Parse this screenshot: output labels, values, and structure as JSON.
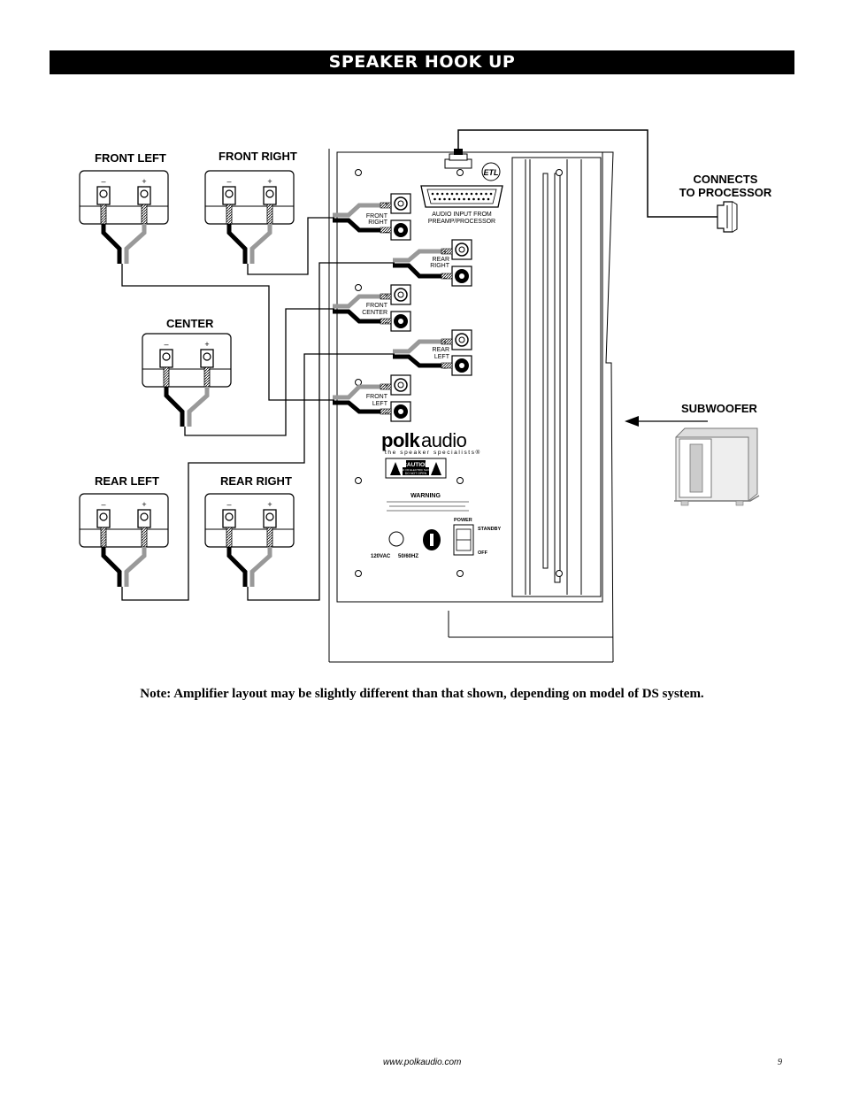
{
  "title": "SPEAKER HOOK UP",
  "speakers": {
    "front_left": "FRONT LEFT",
    "front_right": "FRONT RIGHT",
    "center": "CENTER",
    "rear_left": "REAR LEFT",
    "rear_right": "REAR RIGHT",
    "minus": "–",
    "plus": "+"
  },
  "panel": {
    "outputs": {
      "front_right": [
        "FRONT",
        "RIGHT"
      ],
      "rear_right": [
        "REAR",
        "RIGHT"
      ],
      "front_center": [
        "FRONT",
        "CENTER"
      ],
      "rear_left": [
        "REAR",
        "LEFT"
      ],
      "front_left": [
        "FRONT",
        "LEFT"
      ]
    },
    "audio_input": [
      "AUDIO INPUT FROM",
      "PREAMP/PROCESSOR"
    ],
    "brand_bold": "polk",
    "brand_light": "audio",
    "tagline": "the speaker specialists®",
    "caution": "CAUTION",
    "caution_sub": "RISK OF ELECTRIC SHOCK",
    "caution_sub2": "DO NOT OPEN",
    "warning": "WARNING",
    "power": "POWER",
    "standby": "STANDBY",
    "off": "OFF",
    "voltage": "120VAC",
    "frequency": "50/60HZ",
    "etl": "ETL",
    "plus": "+",
    "minus": "–"
  },
  "callouts": {
    "connects": "CONNECTS",
    "to_processor": "TO PROCESSOR",
    "subwoofer": "SUBWOOFER"
  },
  "note": "Note: Amplifier layout may be slightly different than that shown, depending on model of DS system.",
  "footer": {
    "url": "www.polkaudio.com",
    "page": "9"
  }
}
